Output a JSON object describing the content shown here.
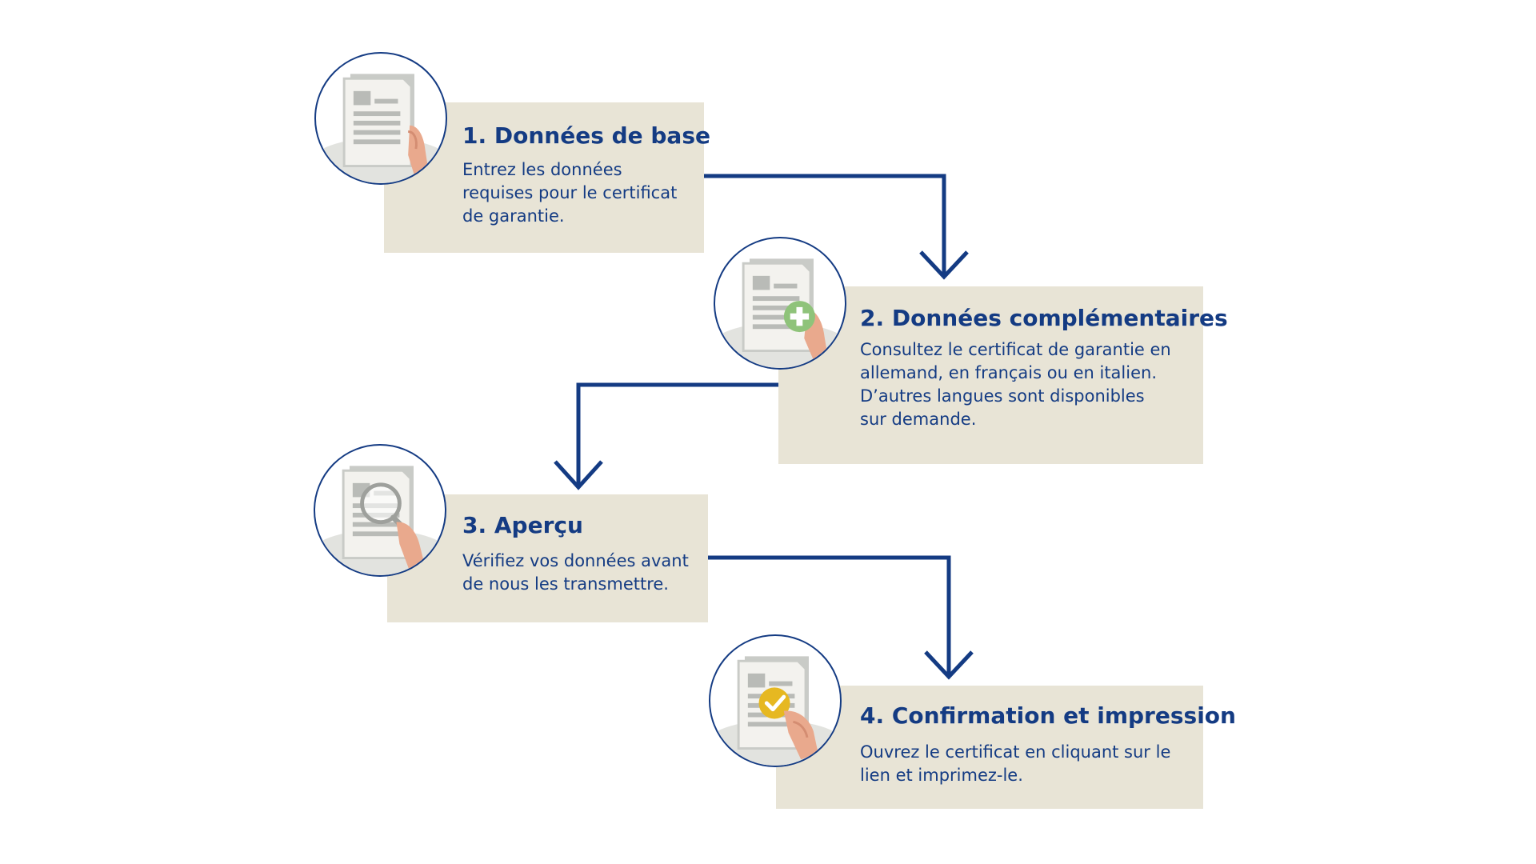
{
  "colors": {
    "accent": "#143b83",
    "box_background": "#e8e4d6",
    "icon_gray": "#c9cbc7",
    "plus_badge": "#8fc37a",
    "check_badge": "#e6b821",
    "hand": "#e9a98d"
  },
  "steps": [
    {
      "title": "1. Données de base",
      "text": "Entrez les données requises pour le certificat de garantie.",
      "icon": "document-in-hand-icon"
    },
    {
      "title": "2. Données complémentaires",
      "text": "Consultez le certificat de garantie en allemand, en français ou en italien. D’autres langues sont disponibles sur demande.",
      "icon": "document-add-icon"
    },
    {
      "title": "3. Aperçu",
      "text": "Vérifiez vos données avant de nous les transmettre.",
      "icon": "document-magnifier-icon"
    },
    {
      "title": "4. Confirmation et impression",
      "text": "Ouvrez le certificat en cliquant sur le lien et imprimez-le.",
      "icon": "document-check-icon"
    }
  ]
}
